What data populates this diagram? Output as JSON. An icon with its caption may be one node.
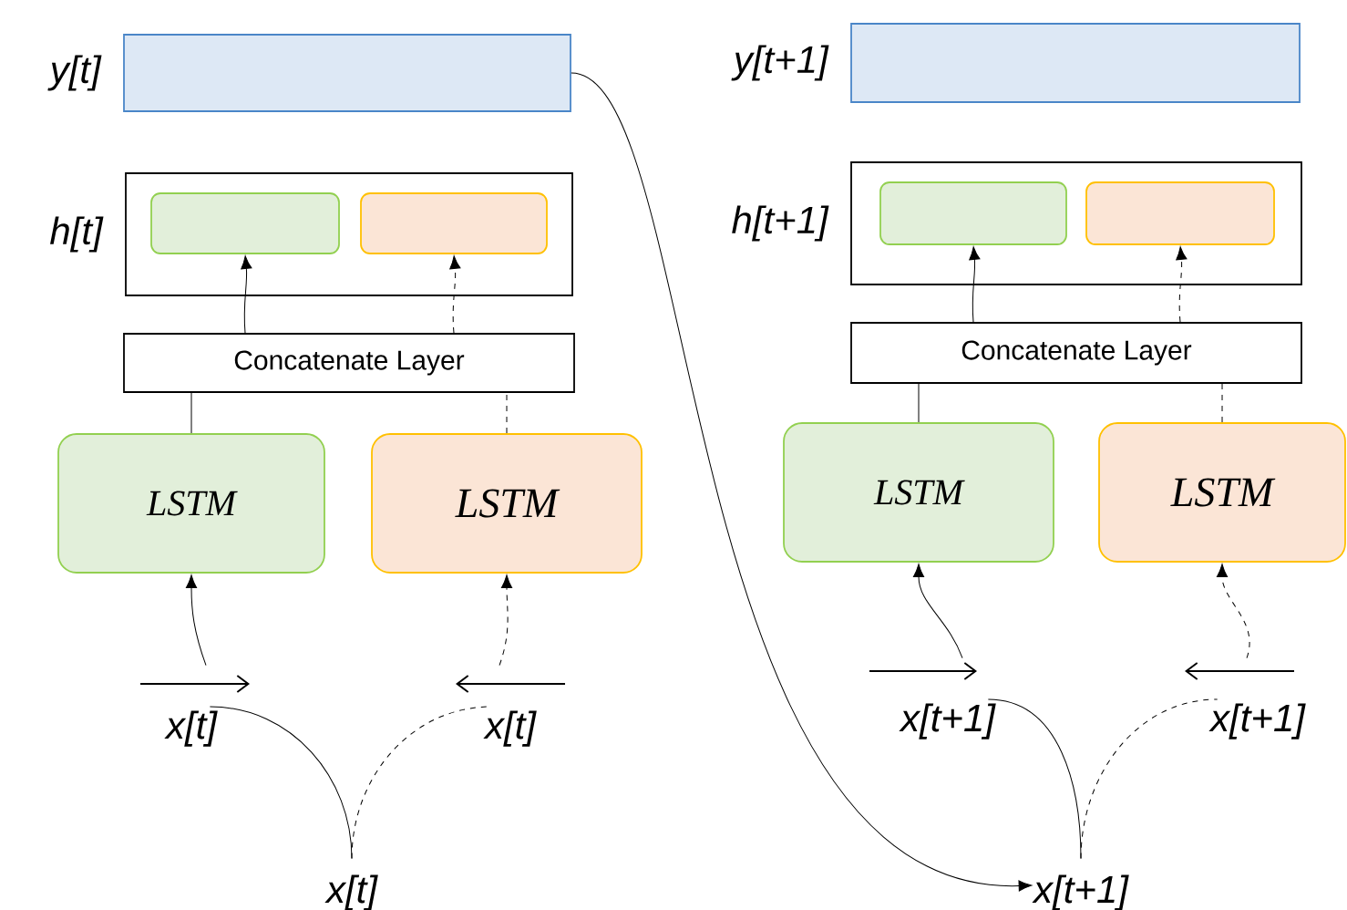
{
  "diagram": {
    "nodes": [
      {
        "text": [],
        "shape": "box",
        "beside": [
          "y[t]"
        ]
      },
      {
        "text": [],
        "shape": "box",
        "beside": [
          "h[t]"
        ]
      },
      {
        "text": [],
        "shape": "box",
        "in": 1
      },
      {
        "text": [],
        "shape": "box",
        "in": 1
      },
      {
        "text": [
          "Concatenate Layer"
        ]
      },
      {
        "text": [
          "LSTM"
        ]
      },
      {
        "text": [
          "LSTM"
        ]
      },
      {
        "text": [
          "x[t]"
        ]
      },
      {
        "text": [
          "x[t]"
        ]
      },
      {
        "text": [
          "x[t]"
        ]
      },
      {
        "text": [],
        "shape": "box",
        "beside": [
          "y[t+1]"
        ]
      },
      {
        "text": [],
        "shape": "box",
        "beside": [
          "h[t+1]"
        ]
      },
      {
        "text": [],
        "shape": "box",
        "in": 11
      },
      {
        "text": [],
        "shape": "box",
        "in": 11
      },
      {
        "text": [
          "Concatenate Layer"
        ]
      },
      {
        "text": [
          "LSTM"
        ]
      },
      {
        "text": [
          "LSTM"
        ]
      },
      {
        "text": [
          "x[t+1]"
        ]
      },
      {
        "text": [
          "x[t+1]"
        ]
      },
      {
        "text": [
          "x[t+1]"
        ]
      }
    ],
    "edges": [
      {
        "from": 4,
        "to": 2,
        "arrow": "to"
      },
      {
        "from": 4,
        "to": 3,
        "arrow": "to",
        "style": "dashed"
      },
      {
        "from": 5,
        "to": 4,
        "arrow": "none"
      },
      {
        "from": 6,
        "to": 4,
        "arrow": "none",
        "style": "dashed"
      },
      {
        "from": 7,
        "to": 5,
        "arrow": "to"
      },
      {
        "from": 8,
        "to": 6,
        "arrow": "to",
        "style": "dashed"
      },
      {
        "from": 9,
        "to": 7,
        "arrow": "none"
      },
      {
        "from": 9,
        "to": 8,
        "arrow": "none",
        "style": "dashed"
      },
      {
        "from": 14,
        "to": 12,
        "arrow": "to"
      },
      {
        "from": 14,
        "to": 13,
        "arrow": "to",
        "style": "dashed"
      },
      {
        "from": 15,
        "to": 14,
        "arrow": "none"
      },
      {
        "from": 16,
        "to": 14,
        "arrow": "none",
        "style": "dashed"
      },
      {
        "from": 17,
        "to": 15,
        "arrow": "to"
      },
      {
        "from": 18,
        "to": 16,
        "arrow": "to",
        "style": "dashed"
      },
      {
        "from": 19,
        "to": 17,
        "arrow": "none"
      },
      {
        "from": 19,
        "to": 18,
        "arrow": "none",
        "style": "dashed"
      },
      {
        "from": 0,
        "to": 19,
        "arrow": "to"
      }
    ]
  }
}
